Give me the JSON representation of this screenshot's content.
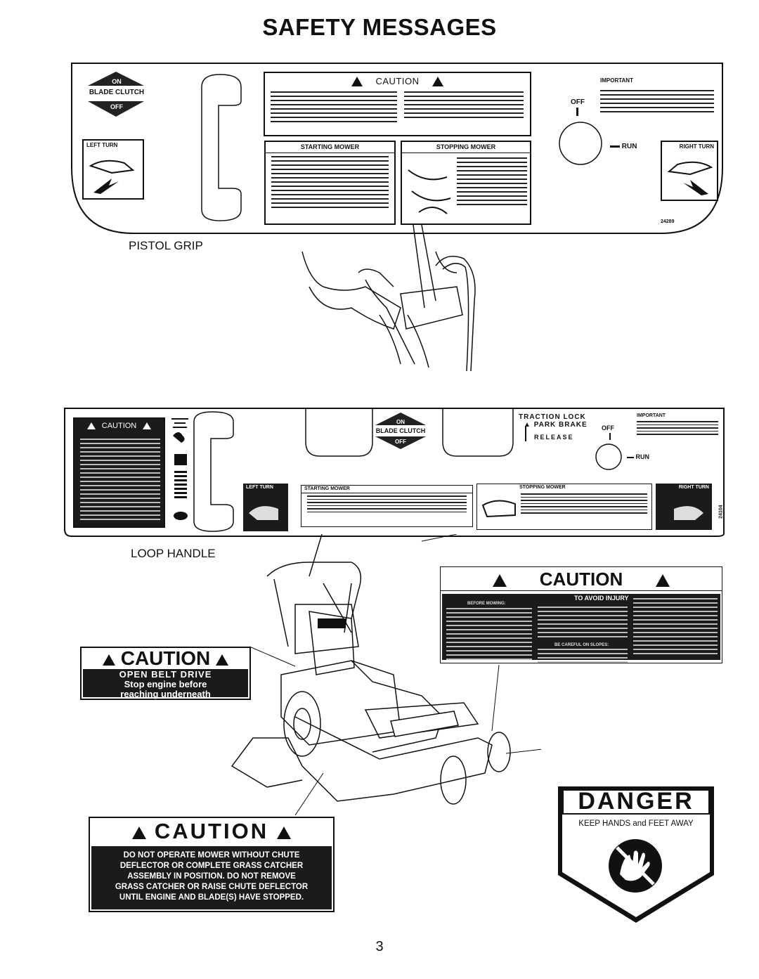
{
  "page": {
    "title": "SAFETY MESSAGES",
    "page_number": "3"
  },
  "decal_pistol": {
    "clutch_on": "ON",
    "clutch_label": "BLADE CLUTCH",
    "clutch_off": "OFF",
    "left_turn": "LEFT TURN",
    "right_turn": "RIGHT TURN",
    "caution_title": "CAUTION",
    "starting_title": "STARTING MOWER",
    "stopping_title": "STOPPING MOWER",
    "important_title": "IMPORTANT",
    "off_label": "OFF",
    "run_label": "RUN",
    "part_no": "24289"
  },
  "label_pistol_grip": "PISTOL GRIP",
  "decal_loop": {
    "caution_title": "CAUTION",
    "clutch_on": "ON",
    "clutch_label": "BLADE CLUTCH",
    "clutch_off": "OFF",
    "traction_lock": "TRACTION LOCK",
    "park_brake": "PARK BRAKE",
    "release": "RELEASE",
    "off_label": "OFF",
    "run_label": "RUN",
    "important_title": "IMPORTANT",
    "left_turn": "LEFT TURN",
    "right_turn": "RIGHT TURN",
    "starting_title": "STARTING MOWER",
    "stopping_title": "STOPPING MOWER",
    "part_no": "24104"
  },
  "label_loop_handle": "LOOP HANDLE",
  "caution_avoid_injury": {
    "title": "CAUTION",
    "subtitle": "TO AVOID INJURY",
    "col1_heading": "BEFORE MOWING:",
    "col2_heading": "BE CAREFUL ON SLOPES:"
  },
  "caution_belt": {
    "title": "CAUTION",
    "line1": "OPEN BELT DRIVE",
    "line2": "Stop engine before",
    "line3": "reaching underneath"
  },
  "caution_chute": {
    "title": "CAUTION",
    "lines": [
      "DO NOT OPERATE MOWER WITHOUT CHUTE",
      "DEFLECTOR OR COMPLETE GRASS CATCHER",
      "ASSEMBLY IN POSITION. DO NOT REMOVE",
      "GRASS CATCHER OR RAISE CHUTE DEFLECTOR",
      "UNTIL ENGINE AND BLADE(S) HAVE STOPPED."
    ]
  },
  "danger": {
    "title": "DANGER",
    "subtitle": "KEEP HANDS and FEET AWAY"
  },
  "icons": [
    "warning-triangle-icon",
    "turn-arrow-icon",
    "hand-warning-icon",
    "rabbit-icon",
    "turtle-icon"
  ]
}
